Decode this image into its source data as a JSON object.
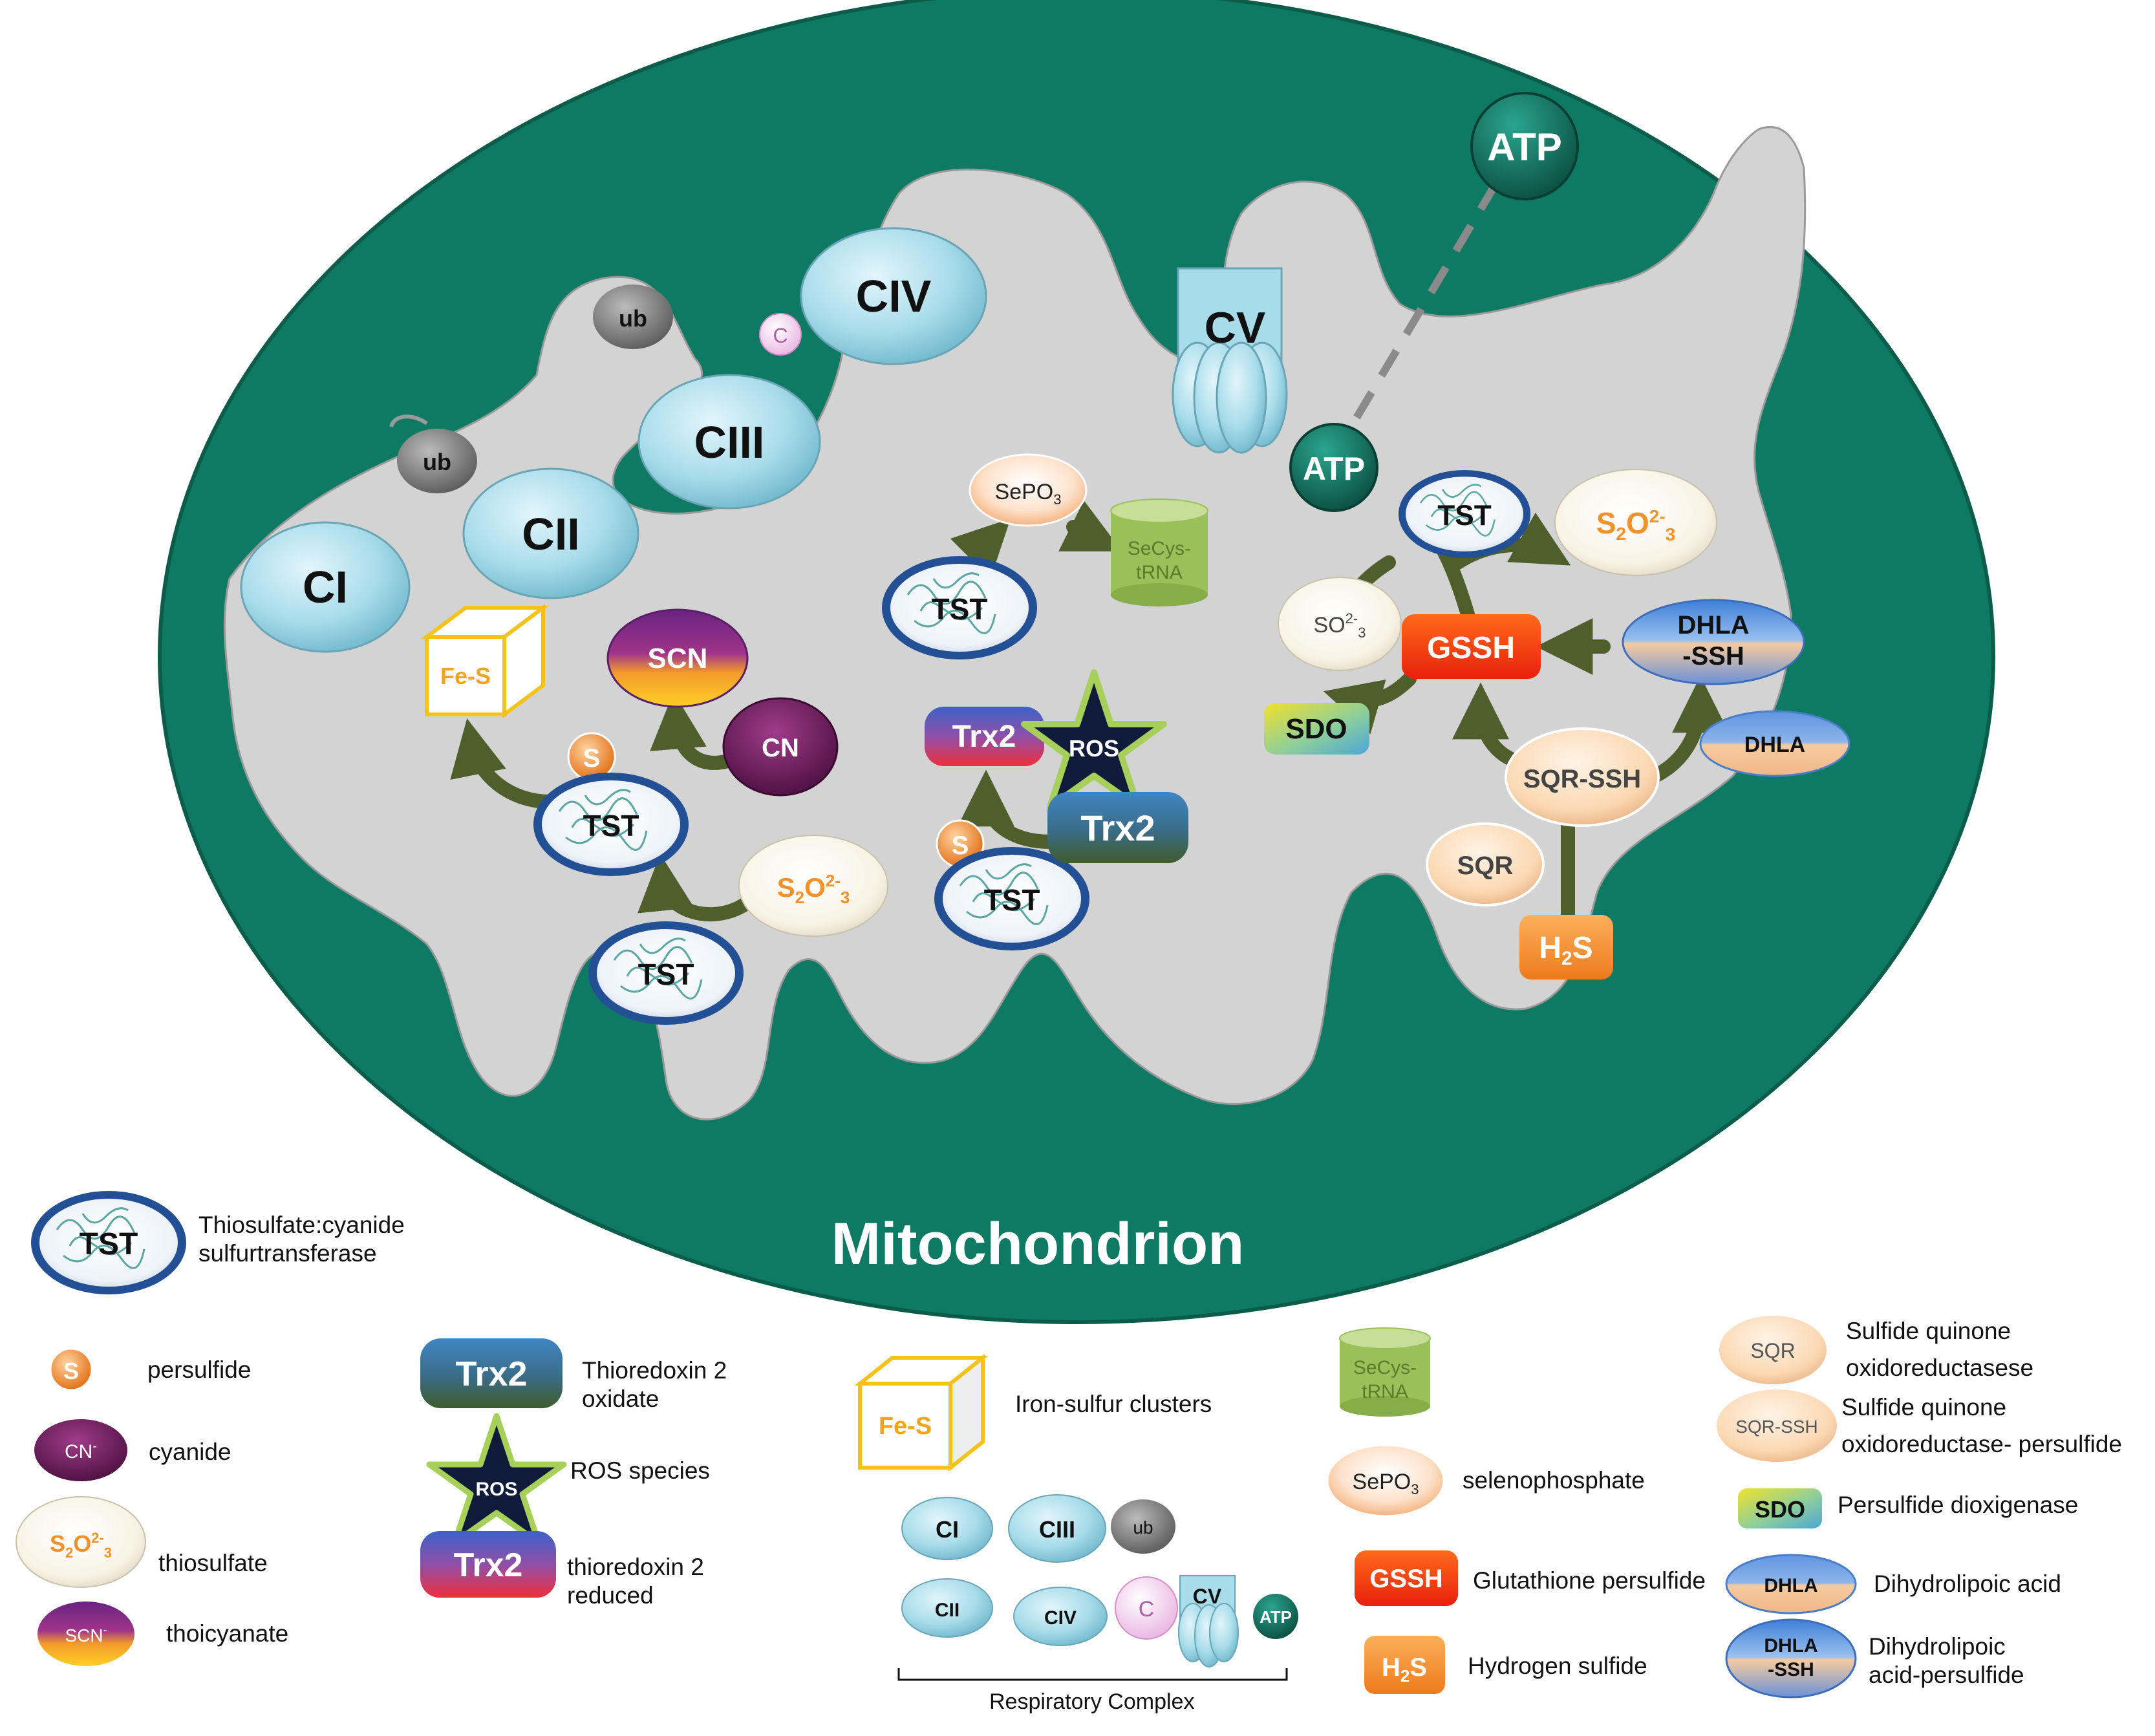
{
  "diagram": {
    "title": "Mitochondrion",
    "atp": "ATP",
    "complexes": {
      "ci": "CI",
      "cii": "CII",
      "ciii": "CIII",
      "civ": "CIV",
      "cv": "CV",
      "ub": "ub",
      "c": "C"
    },
    "enzymes": {
      "tst": "TST",
      "sqr": "SQR",
      "sqr_ssh": "SQR-SSH",
      "gssh": "GSSH",
      "sdo": "SDO",
      "dhla": "DHLA",
      "dhla_ssh_1": "DHLA",
      "dhla_ssh_2": "-SSH",
      "h2s": "H",
      "h2s_sub": "2",
      "h2s_end": "S"
    },
    "molecules": {
      "scn": "SCN",
      "cn": "CN",
      "fes": "Fe-S",
      "s": "S",
      "thiosulfate": {
        "base": "S",
        "sub": "2",
        "o": "O",
        "sup": "2-",
        "sub2": "3"
      },
      "sulfite": {
        "base": "SO",
        "sup": "2-",
        "sub": "3"
      },
      "sepo3": {
        "base": "SePO",
        "sub": "3"
      },
      "secys_1": "SeCys-",
      "secys_2": "tRNA",
      "trx2": "Trx2",
      "ros": "ROS"
    }
  },
  "legend": {
    "tst": {
      "icon": "TST",
      "label_1": "Thiosulfate:cyanide",
      "label_2": "sulfurtransferase"
    },
    "persulfide": {
      "icon": "S",
      "label": "persulfide"
    },
    "cyanide": {
      "icon": "CN",
      "icon_sup": "-",
      "label": "cyanide"
    },
    "thiosulfate": {
      "label": "thiosulfate"
    },
    "thiocyanate": {
      "icon": "SCN",
      "icon_sup": "-",
      "label": "thoicyanate"
    },
    "trx2_ox": {
      "icon": "Trx2",
      "label_1": "Thioredoxin 2",
      "label_2": "oxidate"
    },
    "ros": {
      "icon": "ROS",
      "label": "ROS species"
    },
    "trx2_red": {
      "icon": "Trx2",
      "label_1": "thioredoxin 2",
      "label_2": "reduced"
    },
    "fes": {
      "icon": "Fe-S",
      "label": "Iron-sulfur clusters"
    },
    "resp": {
      "label": "Respiratory Complex",
      "ci": "CI",
      "ciii": "CIII",
      "ub": "ub",
      "cii": "CII",
      "civ": "CIV",
      "c": "C",
      "cv": "CV",
      "atp": "ATP"
    },
    "secys": {
      "icon_1": "SeCys-",
      "icon_2": "tRNA"
    },
    "sepo3": {
      "label": "selenophosphate"
    },
    "gssh": {
      "icon": "GSSH",
      "label": "Glutathione persulfide"
    },
    "h2s": {
      "label": "Hydrogen sulfide"
    },
    "sqr": {
      "icon": "SQR",
      "label_1": "Sulfide quinone",
      "label_2": "oxidoreductasese"
    },
    "sqr_ssh": {
      "icon": "SQR-SSH",
      "label_1": "Sulfide quinone",
      "label_2": "oxidoreductase- persulfide"
    },
    "sdo": {
      "icon": "SDO",
      "label": "Persulfide dioxigenase"
    },
    "dhla": {
      "icon": "DHLA",
      "label": "Dihydrolipoic acid"
    },
    "dhla_ssh": {
      "icon_1": "DHLA",
      "icon_2": "-SSH",
      "label_1": "Dihydrolipoic",
      "label_2": "acid-persulfide"
    }
  },
  "colors": {
    "matrix_green": "#0f7a63",
    "inner_gray": "#d3d3d3",
    "complex_blue": "#a8dcea",
    "tst_blue": "#2b5aa0",
    "arrow_olive": "#4f5f2c",
    "orange": "#f29a38",
    "gssh_red": "#ee3a12",
    "secys_green": "#9ac05a"
  }
}
